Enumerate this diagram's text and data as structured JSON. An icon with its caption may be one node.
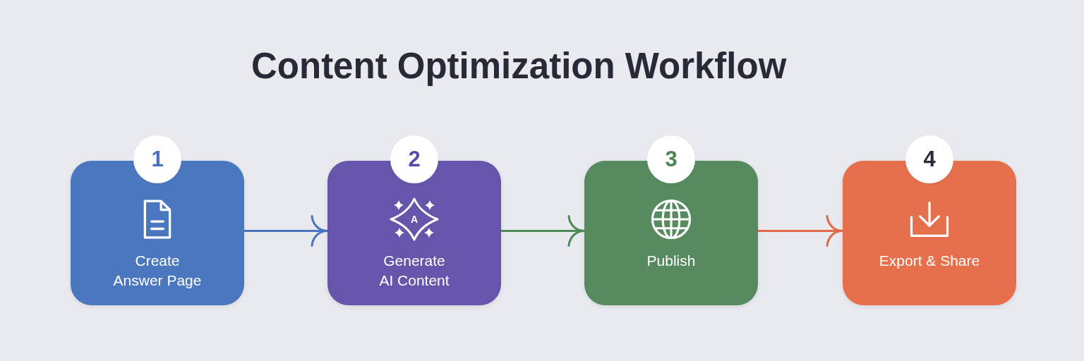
{
  "diagram": {
    "title": "Content Optimization Workflow",
    "nodes": [
      {
        "text": [
          "1",
          "Create Answer Page"
        ]
      },
      {
        "text": [
          "2",
          "Generate AI Content"
        ]
      },
      {
        "text": [
          "3",
          "Publish"
        ]
      },
      {
        "text": [
          "4",
          "Export & Share"
        ]
      }
    ],
    "edges": [
      {
        "from": 0,
        "to": 1,
        "arrow": "to",
        "color": "#4a76c0"
      },
      {
        "from": 1,
        "to": 2,
        "arrow": "to",
        "color": "#4f8a57"
      },
      {
        "from": 2,
        "to": 3,
        "arrow": "to",
        "color": "#e06a48"
      }
    ],
    "labels": [
      "A"
    ]
  }
}
